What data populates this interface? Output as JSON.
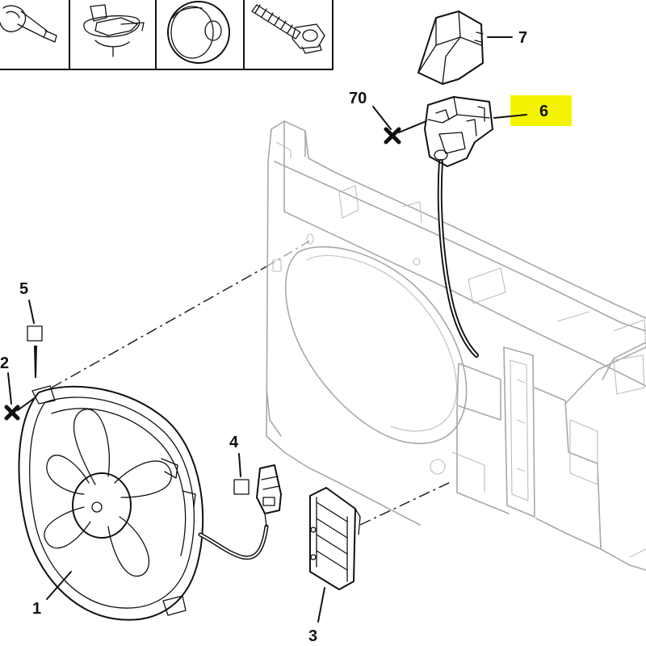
{
  "diagram": {
    "highlight_color": "#f4f400",
    "callouts": {
      "c1": "1",
      "c2": "2",
      "c3": "3",
      "c4": "4",
      "c5": "5",
      "c6": "6",
      "c7": "7",
      "c70": "70"
    },
    "fastener_thumbnails": [
      "bolt-icon",
      "clip-icon",
      "grommet-icon",
      "screw-icon"
    ],
    "parts": [
      {
        "callout": "1",
        "part": "fan-assembly"
      },
      {
        "callout": "2",
        "part": "fixing-point"
      },
      {
        "callout": "3",
        "part": "resistor-grille"
      },
      {
        "callout": "4",
        "part": "connector"
      },
      {
        "callout": "5",
        "part": "fastener-spec"
      },
      {
        "callout": "6",
        "part": "relay-module"
      },
      {
        "callout": "7",
        "part": "cover"
      },
      {
        "callout": "70",
        "part": "fixing-point"
      }
    ]
  }
}
